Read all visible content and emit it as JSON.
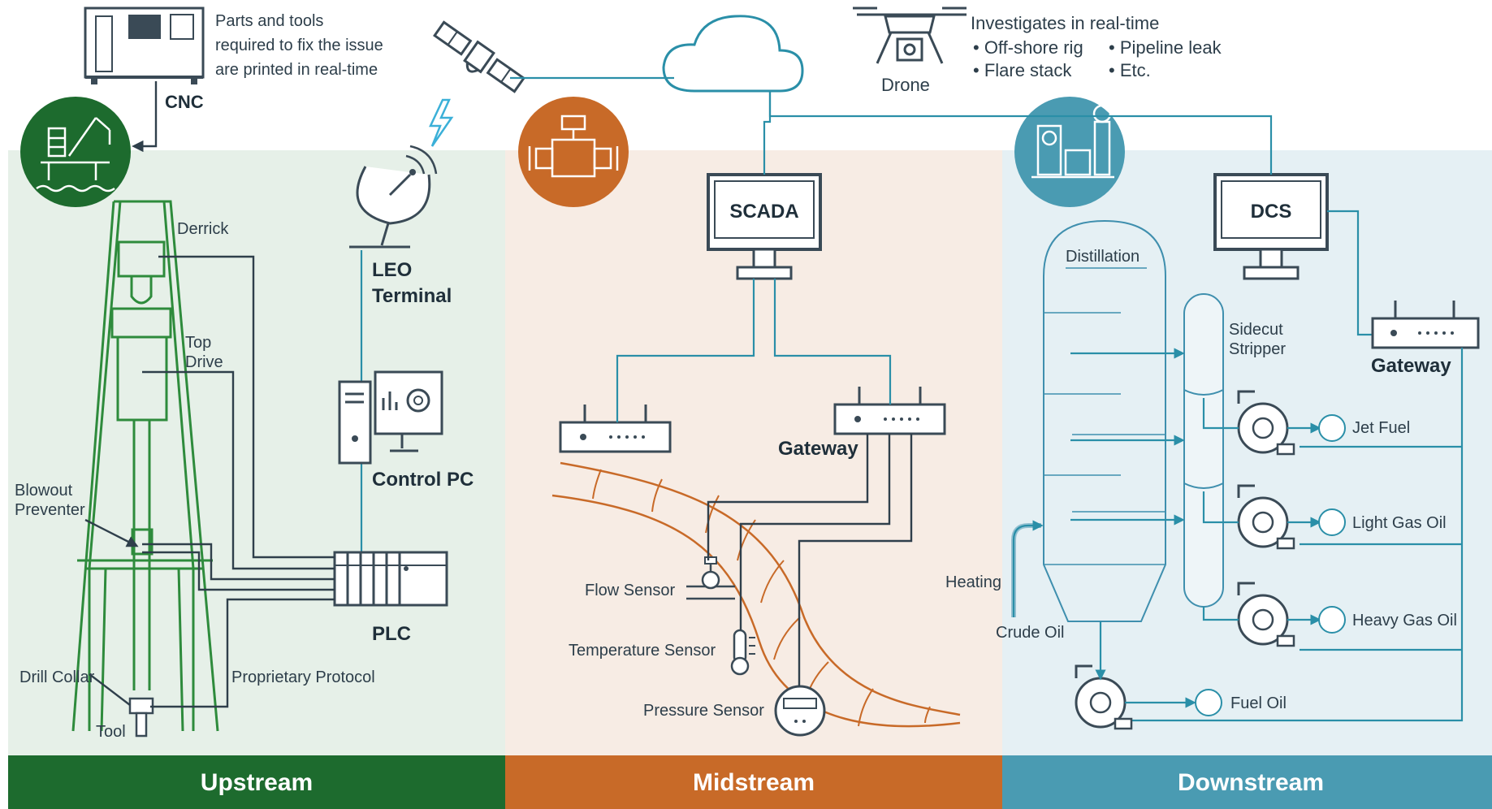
{
  "colors": {
    "upstream": "#1d6b2e",
    "midstream": "#c86a28",
    "downstream": "#4a9bb2",
    "upstream_bg": "#e6f0e8",
    "midstream_bg": "#f7ece4",
    "downstream_bg": "#e5f0f4",
    "wire": "#2a8fa8",
    "dark": "#2f3f4b"
  },
  "sections": {
    "upstream": "Upstream",
    "midstream": "Midstream",
    "downstream": "Downstream"
  },
  "top": {
    "cnc_note": [
      "Parts and tools",
      "required to fix the issue",
      "are printed in real-time"
    ],
    "cnc": "CNC",
    "drone": "Drone",
    "drone_note": {
      "heading": "Investigates in real-time",
      "items": [
        "• Off-shore rig",
        "• Pipeline leak",
        "• Flare stack",
        "• Etc."
      ]
    }
  },
  "upstream": {
    "leo": [
      "LEO",
      "Terminal"
    ],
    "control_pc": "Control PC",
    "plc": "PLC",
    "derrick": "Derrick",
    "top_drive": [
      "Top",
      "Drive"
    ],
    "blowout": [
      "Blowout",
      "Preventer"
    ],
    "drill_collar": "Drill Collar",
    "tool": "Tool",
    "protocol": "Proprietary Protocol"
  },
  "midstream": {
    "scada": "SCADA",
    "gateway": "Gateway",
    "flow_sensor": "Flow Sensor",
    "temp_sensor": "Temperature Sensor",
    "pressure_sensor": "Pressure Sensor"
  },
  "downstream": {
    "dcs": "DCS",
    "gateway": "Gateway",
    "distillation": "Distillation",
    "sidecut": [
      "Sidecut",
      "Stripper"
    ],
    "heating": "Heating",
    "crude_oil": "Crude Oil",
    "products": [
      "Jet Fuel",
      "Light Gas Oil",
      "Heavy Gas Oil",
      "Fuel Oil"
    ]
  }
}
